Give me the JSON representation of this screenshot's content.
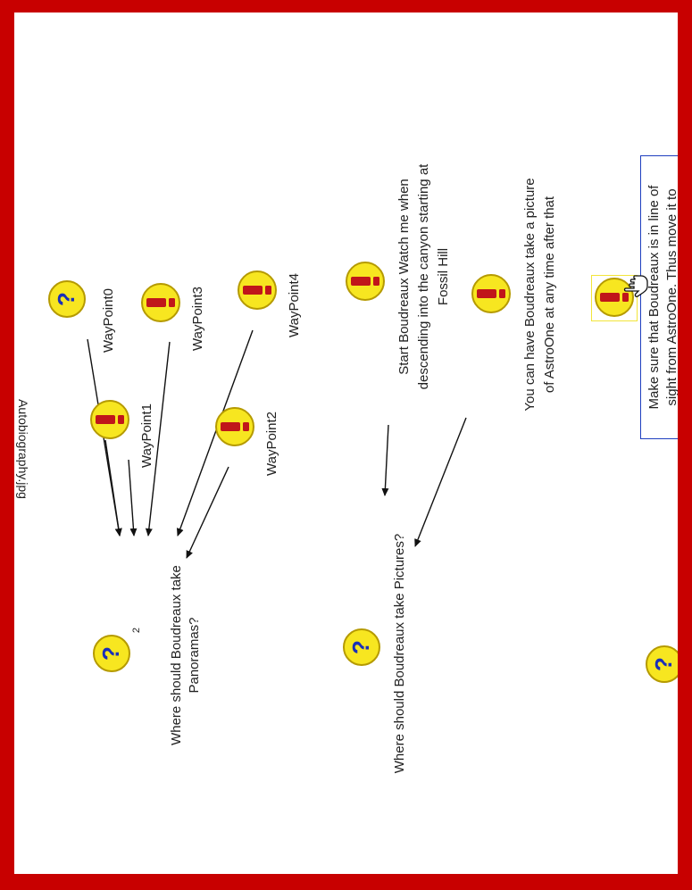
{
  "colors": {
    "frame": "#c80000",
    "node_fill": "#f7e620",
    "node_border": "#b59a00",
    "question_mark": "#1a2fb8",
    "idea_mark": "#c0161a",
    "arrow": "#111111",
    "selection_box": "#1f3fbf",
    "hover_box": "#f2e53a"
  },
  "header_text": "Autobiography.jpg",
  "nodes": {
    "waypoint0": {
      "label": "WayPoint0",
      "icon": "question-icon"
    },
    "waypoint1": {
      "label": "WayPoint1",
      "icon": "exclamation-icon"
    },
    "waypoint2": {
      "label": "WayPoint2",
      "icon": "exclamation-icon"
    },
    "waypoint3": {
      "label": "WayPoint3",
      "icon": "exclamation-icon"
    },
    "waypoint4": {
      "label": "WayPoint4",
      "icon": "exclamation-icon"
    },
    "panoramas_question": {
      "line1": "Where should Boudreaux take",
      "line2": "Panoramas?",
      "badge": "2",
      "icon": "question-icon"
    },
    "start_watch": {
      "line1": "Start Boudreaux Watch me when",
      "line2": "descending into the canyon starting at",
      "line3": "Fossil Hill",
      "icon": "exclamation-icon"
    },
    "pictures_question": {
      "label": "Where should Boudreaux take Pictures?",
      "icon": "question-icon"
    },
    "picture_any_time": {
      "line1": "You can have Boudreaux take a picture",
      "line2": "of AstroOne at any time after that",
      "icon": "exclamation-icon"
    },
    "line_of_sight": {
      "line1": "Make sure that Boudreaux is in line of",
      "line2": "sight from AstroOne. Thus move it to",
      "icon": "exclamation-icon"
    },
    "bottom_question": {
      "icon": "question-icon"
    }
  }
}
